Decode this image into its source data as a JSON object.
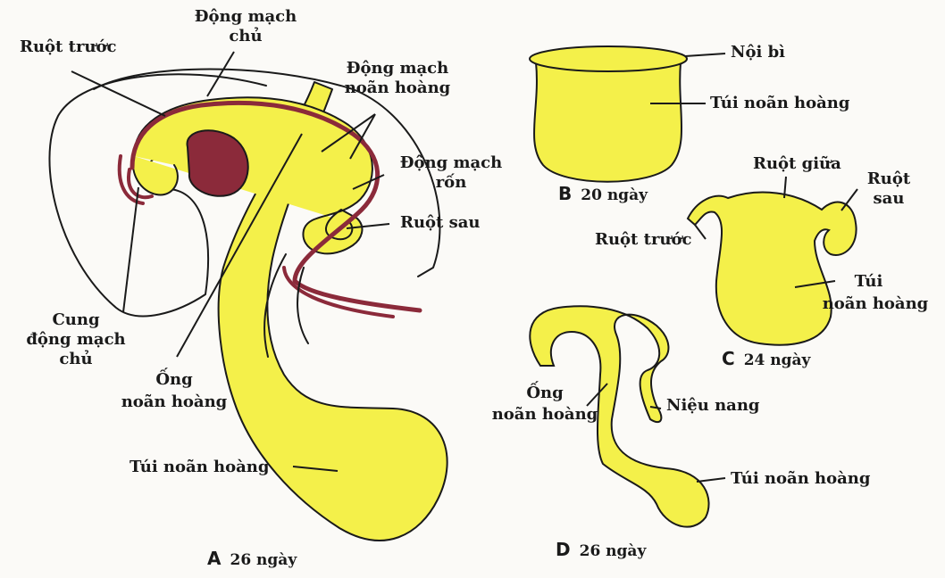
{
  "colors": {
    "yolk": "#f4f04a",
    "vessel": "#8b2a3a",
    "line": "#1a1a1a",
    "paper": "#fbfaf7"
  },
  "panels": {
    "A": {
      "letter": "A",
      "days": "26 ngày",
      "labels": {
        "ruot_truoc": "Ruột trước",
        "dong_mach_chu_1": "Động mạch",
        "dong_mach_chu_2": "chủ",
        "dm_noan_hoang_1": "Động mạch",
        "dm_noan_hoang_2": "noãn hoàng",
        "dm_ron_1": "Động mạch",
        "dm_ron_2": "rốn",
        "ruot_sau": "Ruột sau",
        "cung_1": "Cung",
        "cung_2": "động mạch",
        "cung_3": "chủ",
        "ong_1": "Ống",
        "ong_2": "noãn hoàng",
        "tui": "Túi noãn hoàng"
      }
    },
    "B": {
      "letter": "B",
      "days": "20 ngày",
      "labels": {
        "noi_bi": "Nội bì",
        "tui": "Túi noãn hoàng"
      }
    },
    "C": {
      "letter": "C",
      "days": "24 ngày",
      "labels": {
        "ruot_giua": "Ruột giữa",
        "ruot_sau_1": "Ruột",
        "ruot_sau_2": "sau",
        "ruot_truoc": "Ruột trước",
        "tui_1": "Túi",
        "tui_2": "noãn hoàng"
      }
    },
    "D": {
      "letter": "D",
      "days": "26 ngày",
      "labels": {
        "ong_1": "Ống",
        "ong_2": "noãn hoàng",
        "nieu_nang": "Niệu nang",
        "tui": "Túi noãn hoàng"
      }
    }
  }
}
